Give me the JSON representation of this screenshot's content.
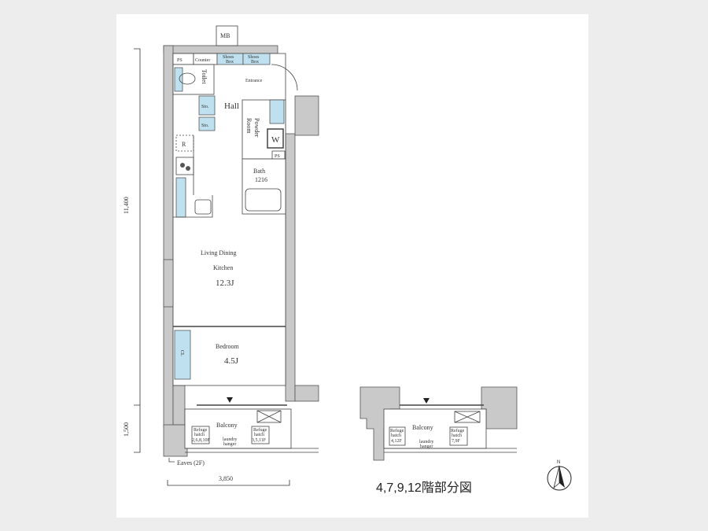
{
  "plan": {
    "mb": "MB",
    "ps_top": "PS",
    "counter": "Counter",
    "shoes_box_1": [
      "Shoes",
      "Box"
    ],
    "shoes_box_2": [
      "Shoes",
      "Box"
    ],
    "toilet": "Toilet",
    "entrance": "Entrance",
    "sto_1": "Sto.",
    "sto_2": "Sto.",
    "hall": "Hall",
    "powder_room": [
      "Powder",
      "Room"
    ],
    "washer": "W",
    "ps_bath": "PS",
    "fridge": "R",
    "bath": [
      "Bath",
      "1216"
    ],
    "ldk": [
      "Living Dining",
      "Kitchen",
      "12.3J"
    ],
    "bedroom": [
      "Bedroom",
      "4.5J"
    ],
    "closet": "CL",
    "balcony": "Balcony",
    "refuge_1": [
      "Refuge",
      "hatch",
      "2,6,8,10F"
    ],
    "laundry_1": [
      "laundry",
      "hanger"
    ],
    "refuge_2": [
      "Refuge",
      "hatch",
      "3,5,11F"
    ],
    "eaves": "Eaves (2F)"
  },
  "dimensions": {
    "width": "3,850",
    "depth_interior": "11,400",
    "depth_balcony": "1,500"
  },
  "partial_plan": {
    "balcony": "Balcony",
    "refuge_1": [
      "Refuge",
      "hatch",
      "4,12F"
    ],
    "laundry": [
      "laundry",
      "hanger"
    ],
    "refuge_2": [
      "Refuge",
      "hatch",
      "7,9F"
    ],
    "caption": "4,7,9,12階部分図"
  },
  "compass": {
    "label": "N",
    "icon": "north-arrow-icon"
  },
  "colors": {
    "wet_area": "#bfe0ee",
    "wall": "#c9c9c9",
    "background": "#ededed"
  }
}
